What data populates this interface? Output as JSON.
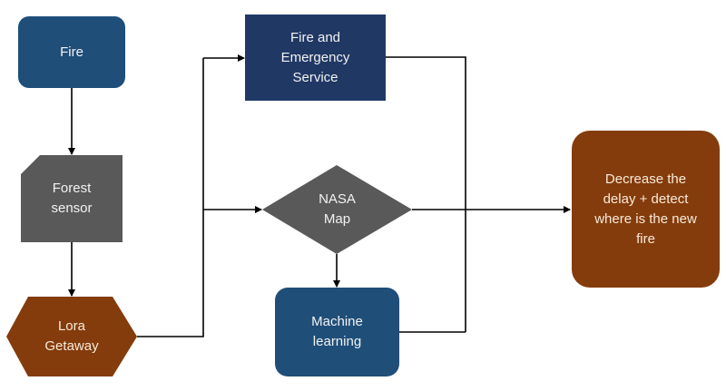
{
  "diagram": {
    "type": "flowchart",
    "colors": {
      "blue": "#1f4e79",
      "navy": "#203864",
      "gray": "#595959",
      "brown": "#843c0c",
      "line": "#000000",
      "text": "#f2f2f2"
    },
    "nodes": {
      "fire": {
        "label": "Fire",
        "shape": "rounded-rectangle"
      },
      "forest_sensor": {
        "label": "Forest\nsensor",
        "shape": "snipped-corner-rectangle"
      },
      "lora_gateway": {
        "label": "Lora\nGetaway",
        "shape": "hexagon"
      },
      "fire_emergency": {
        "label": "Fire and\nEmergency\nService",
        "shape": "rectangle"
      },
      "nasa_map": {
        "label": "NASA\nMap",
        "shape": "diamond"
      },
      "machine_learning": {
        "label": "Machine\nlearning",
        "shape": "rounded-rectangle"
      },
      "outcome": {
        "label": "Decrease the\ndelay + detect\nwhere is the new\nfire",
        "shape": "rounded-rectangle"
      }
    },
    "edges": [
      {
        "from": "Fire",
        "to": "Forest sensor"
      },
      {
        "from": "Forest sensor",
        "to": "Lora Getaway"
      },
      {
        "from": "Lora Getaway",
        "to": "Fire and Emergency Service"
      },
      {
        "from": "Lora Getaway",
        "to": "NASA Map"
      },
      {
        "from": "NASA Map",
        "to": "Machine learning"
      },
      {
        "from": "NASA Map",
        "to": "Decrease the delay + detect where is the new fire"
      },
      {
        "from": "Fire and Emergency Service",
        "to": "Decrease the delay + detect where is the new fire"
      },
      {
        "from": "Machine learning",
        "to": "Decrease the delay + detect where is the new fire"
      }
    ]
  }
}
